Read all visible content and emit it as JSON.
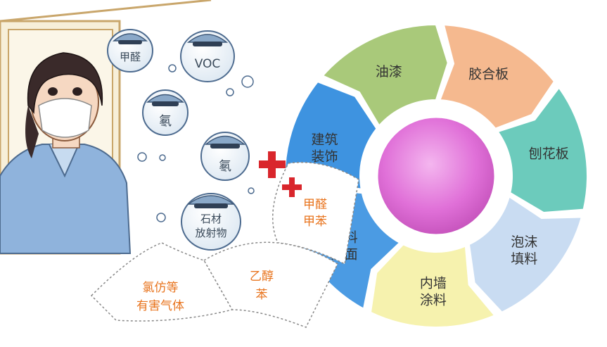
{
  "bubbles": {
    "formaldehyde": "甲醛",
    "voc": "VOC",
    "radon_1": "氡",
    "radon_2": "氡",
    "stone_line1": "石材",
    "stone_line2": "放射物"
  },
  "wheel": {
    "segments": [
      {
        "label_line1": "油漆",
        "label_line2": "",
        "color": "#a9c97a"
      },
      {
        "label_line1": "胶合板",
        "label_line2": "",
        "color": "#f5b98f"
      },
      {
        "label_line1": "刨花板",
        "label_line2": "",
        "color": "#6ccbbc"
      },
      {
        "label_line1": "泡沫",
        "label_line2": "填料",
        "color": "#c9dcf2"
      },
      {
        "label_line1": "内墙",
        "label_line2": "涂料",
        "color": "#f6f2ae"
      },
      {
        "label_line1": "塑料",
        "label_line2": "贴面",
        "color": "#4b9be3"
      },
      {
        "label_line1": "建筑",
        "label_line2": "装饰",
        "color": "#3e93e0"
      }
    ],
    "center_color": "#e070d8"
  },
  "petals": [
    {
      "line1": "甲醛",
      "line2": "甲苯"
    },
    {
      "line1": "乙醇",
      "line2": "苯"
    },
    {
      "line1": "氯仿等",
      "line2": "有害气体"
    }
  ],
  "colors": {
    "plus": "#d9262c",
    "accent_text": "#e8741e"
  }
}
